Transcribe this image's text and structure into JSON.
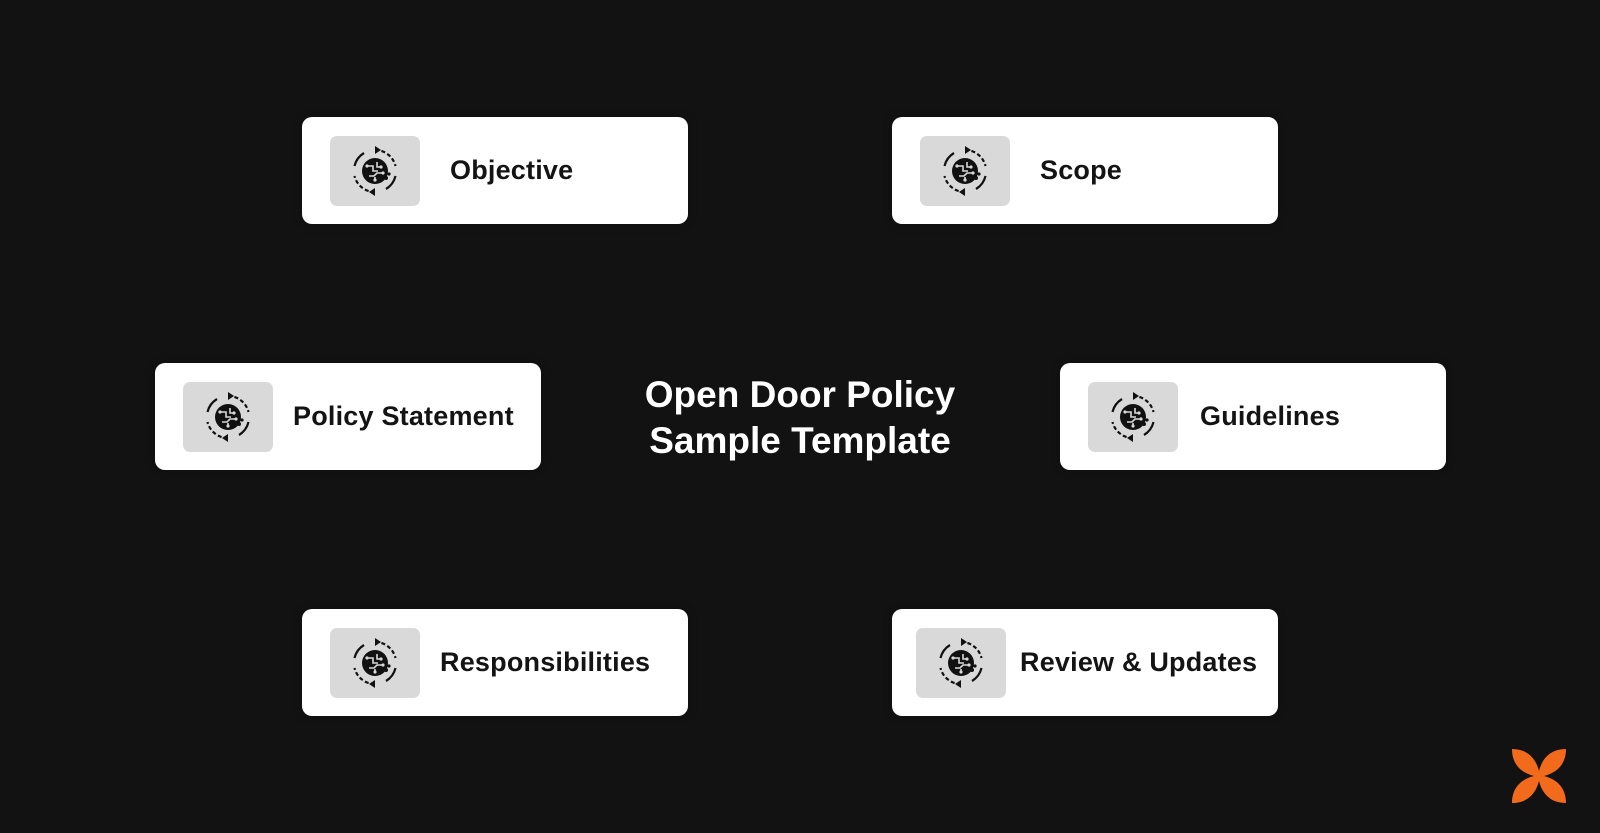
{
  "diagram": {
    "title_line1": "Open Door Policy",
    "title_line2": "Sample Template",
    "cards": {
      "objective": {
        "label": "Objective",
        "icon": "circuit-cycle-icon"
      },
      "scope": {
        "label": "Scope",
        "icon": "circuit-cycle-icon"
      },
      "policy_statement": {
        "label": "Policy Statement",
        "icon": "circuit-cycle-icon"
      },
      "guidelines": {
        "label": "Guidelines",
        "icon": "circuit-cycle-icon"
      },
      "responsibilities": {
        "label": "Responsibilities",
        "icon": "circuit-cycle-icon"
      },
      "review_updates": {
        "label": "Review & Updates",
        "icon": "circuit-cycle-icon"
      }
    }
  },
  "colors": {
    "background": "#131212",
    "card": "#ffffff",
    "icon_box": "#d9d9d9",
    "card_text": "#141414",
    "title_text": "#ffffff",
    "brand_accent": "#f26b1d"
  },
  "logo": {
    "icon": "brand-x-logo-icon"
  }
}
